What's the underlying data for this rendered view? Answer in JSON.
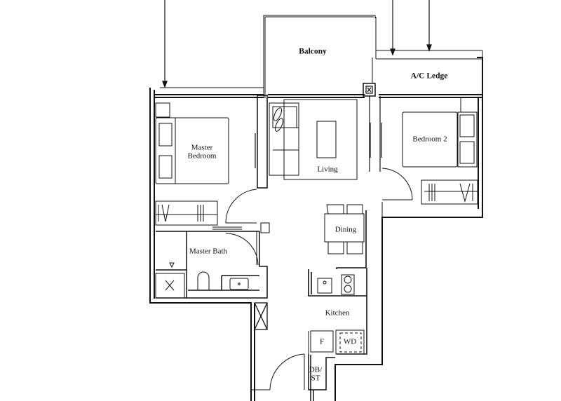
{
  "floor_plan": {
    "rooms": {
      "balcony": "Balcony",
      "ac_ledge": "A/C Ledge",
      "master_bedroom_1": "Master",
      "master_bedroom_2": "Bedroom",
      "living": "Living",
      "bedroom2": "Bedroom 2",
      "dining": "Dining",
      "master_bath": "Master Bath",
      "kitchen": "Kitchen",
      "fridge": "F",
      "washer_dryer": "WD",
      "db_st_1": "DB/",
      "db_st_2": "ST"
    },
    "colors": {
      "line": "#111111",
      "background": "#ffffff"
    }
  }
}
